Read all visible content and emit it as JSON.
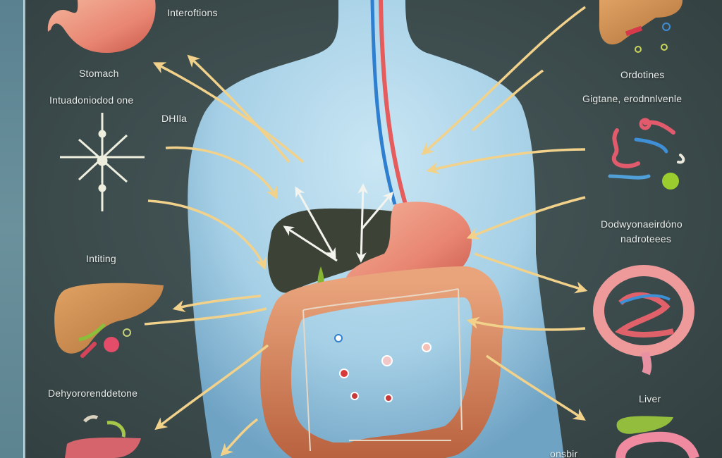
{
  "illustration": {
    "subject": "Digestive system interactions infographic",
    "colors": {
      "background": "#3c4b4c",
      "side_strip": "#6a919c",
      "body_silhouette": "#a9d3ea",
      "arrow": "#f2d28a",
      "stomach": "#e98a7a",
      "liver_dark": "#3d4236",
      "liver_icon": "#c98a4e",
      "colon": "#d98a63",
      "artery": "#e65b5b",
      "vein": "#2f7fd0"
    }
  },
  "labels": {
    "top_interactions": "Interoftions",
    "stomach": "Stomach",
    "left_upper": "Intuadoniodod one",
    "dhla": "DHIla",
    "left_middle": "Intiting",
    "left_lower": "Dehyororenddetone",
    "right_top": "Ordotines",
    "right_second": "Gigtane, erodnnlvenle",
    "right_middle_line1": "Dodwyonaeirdóno",
    "right_middle_line2": "nadroteees",
    "right_bottom": "Liver",
    "bottom_right_partial": "onsbir"
  },
  "icons": [
    {
      "name": "stomach-icon",
      "position": "top-left"
    },
    {
      "name": "nerve-asterisk-icon",
      "position": "left-upper"
    },
    {
      "name": "liver-icon",
      "position": "left-middle"
    },
    {
      "name": "liver-pink-icon",
      "position": "bottom-left"
    },
    {
      "name": "liver-gallbladder-icon",
      "position": "top-right"
    },
    {
      "name": "molecules-icon",
      "position": "right-upper"
    },
    {
      "name": "intestine-icon",
      "position": "right-middle"
    },
    {
      "name": "gallbladder-intestine-icon",
      "position": "bottom-right"
    }
  ]
}
